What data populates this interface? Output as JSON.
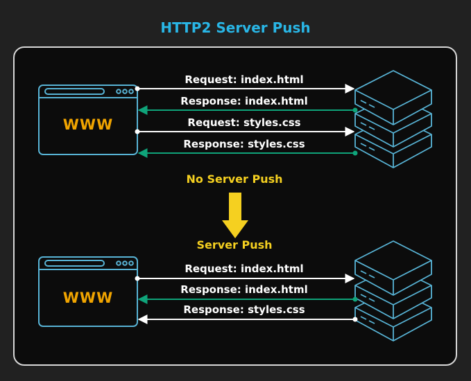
{
  "title": "HTTP2 Server Push",
  "colors": {
    "title": "#29b6e6",
    "response": "#0fa47a",
    "request": "#ffffff",
    "accent": "#f5d020",
    "www": "#f0a400",
    "stroke": "#58b4d6"
  },
  "top": {
    "browser_label": "WWW",
    "messages": [
      {
        "text": "Request: index.html",
        "direction": "to-server"
      },
      {
        "text": "Response: index.html",
        "direction": "to-client"
      },
      {
        "text": "Request: styles.css",
        "direction": "to-server"
      },
      {
        "text": "Response: styles.css",
        "direction": "to-client"
      }
    ]
  },
  "no_push_label": "No Server Push",
  "push_label": "Server Push",
  "bottom": {
    "browser_label": "WWW",
    "messages": [
      {
        "text": "Request: index.html",
        "direction": "to-server"
      },
      {
        "text": "Response: index.html",
        "direction": "to-client"
      },
      {
        "text": "Response: styles.css",
        "direction": "to-client"
      }
    ]
  }
}
